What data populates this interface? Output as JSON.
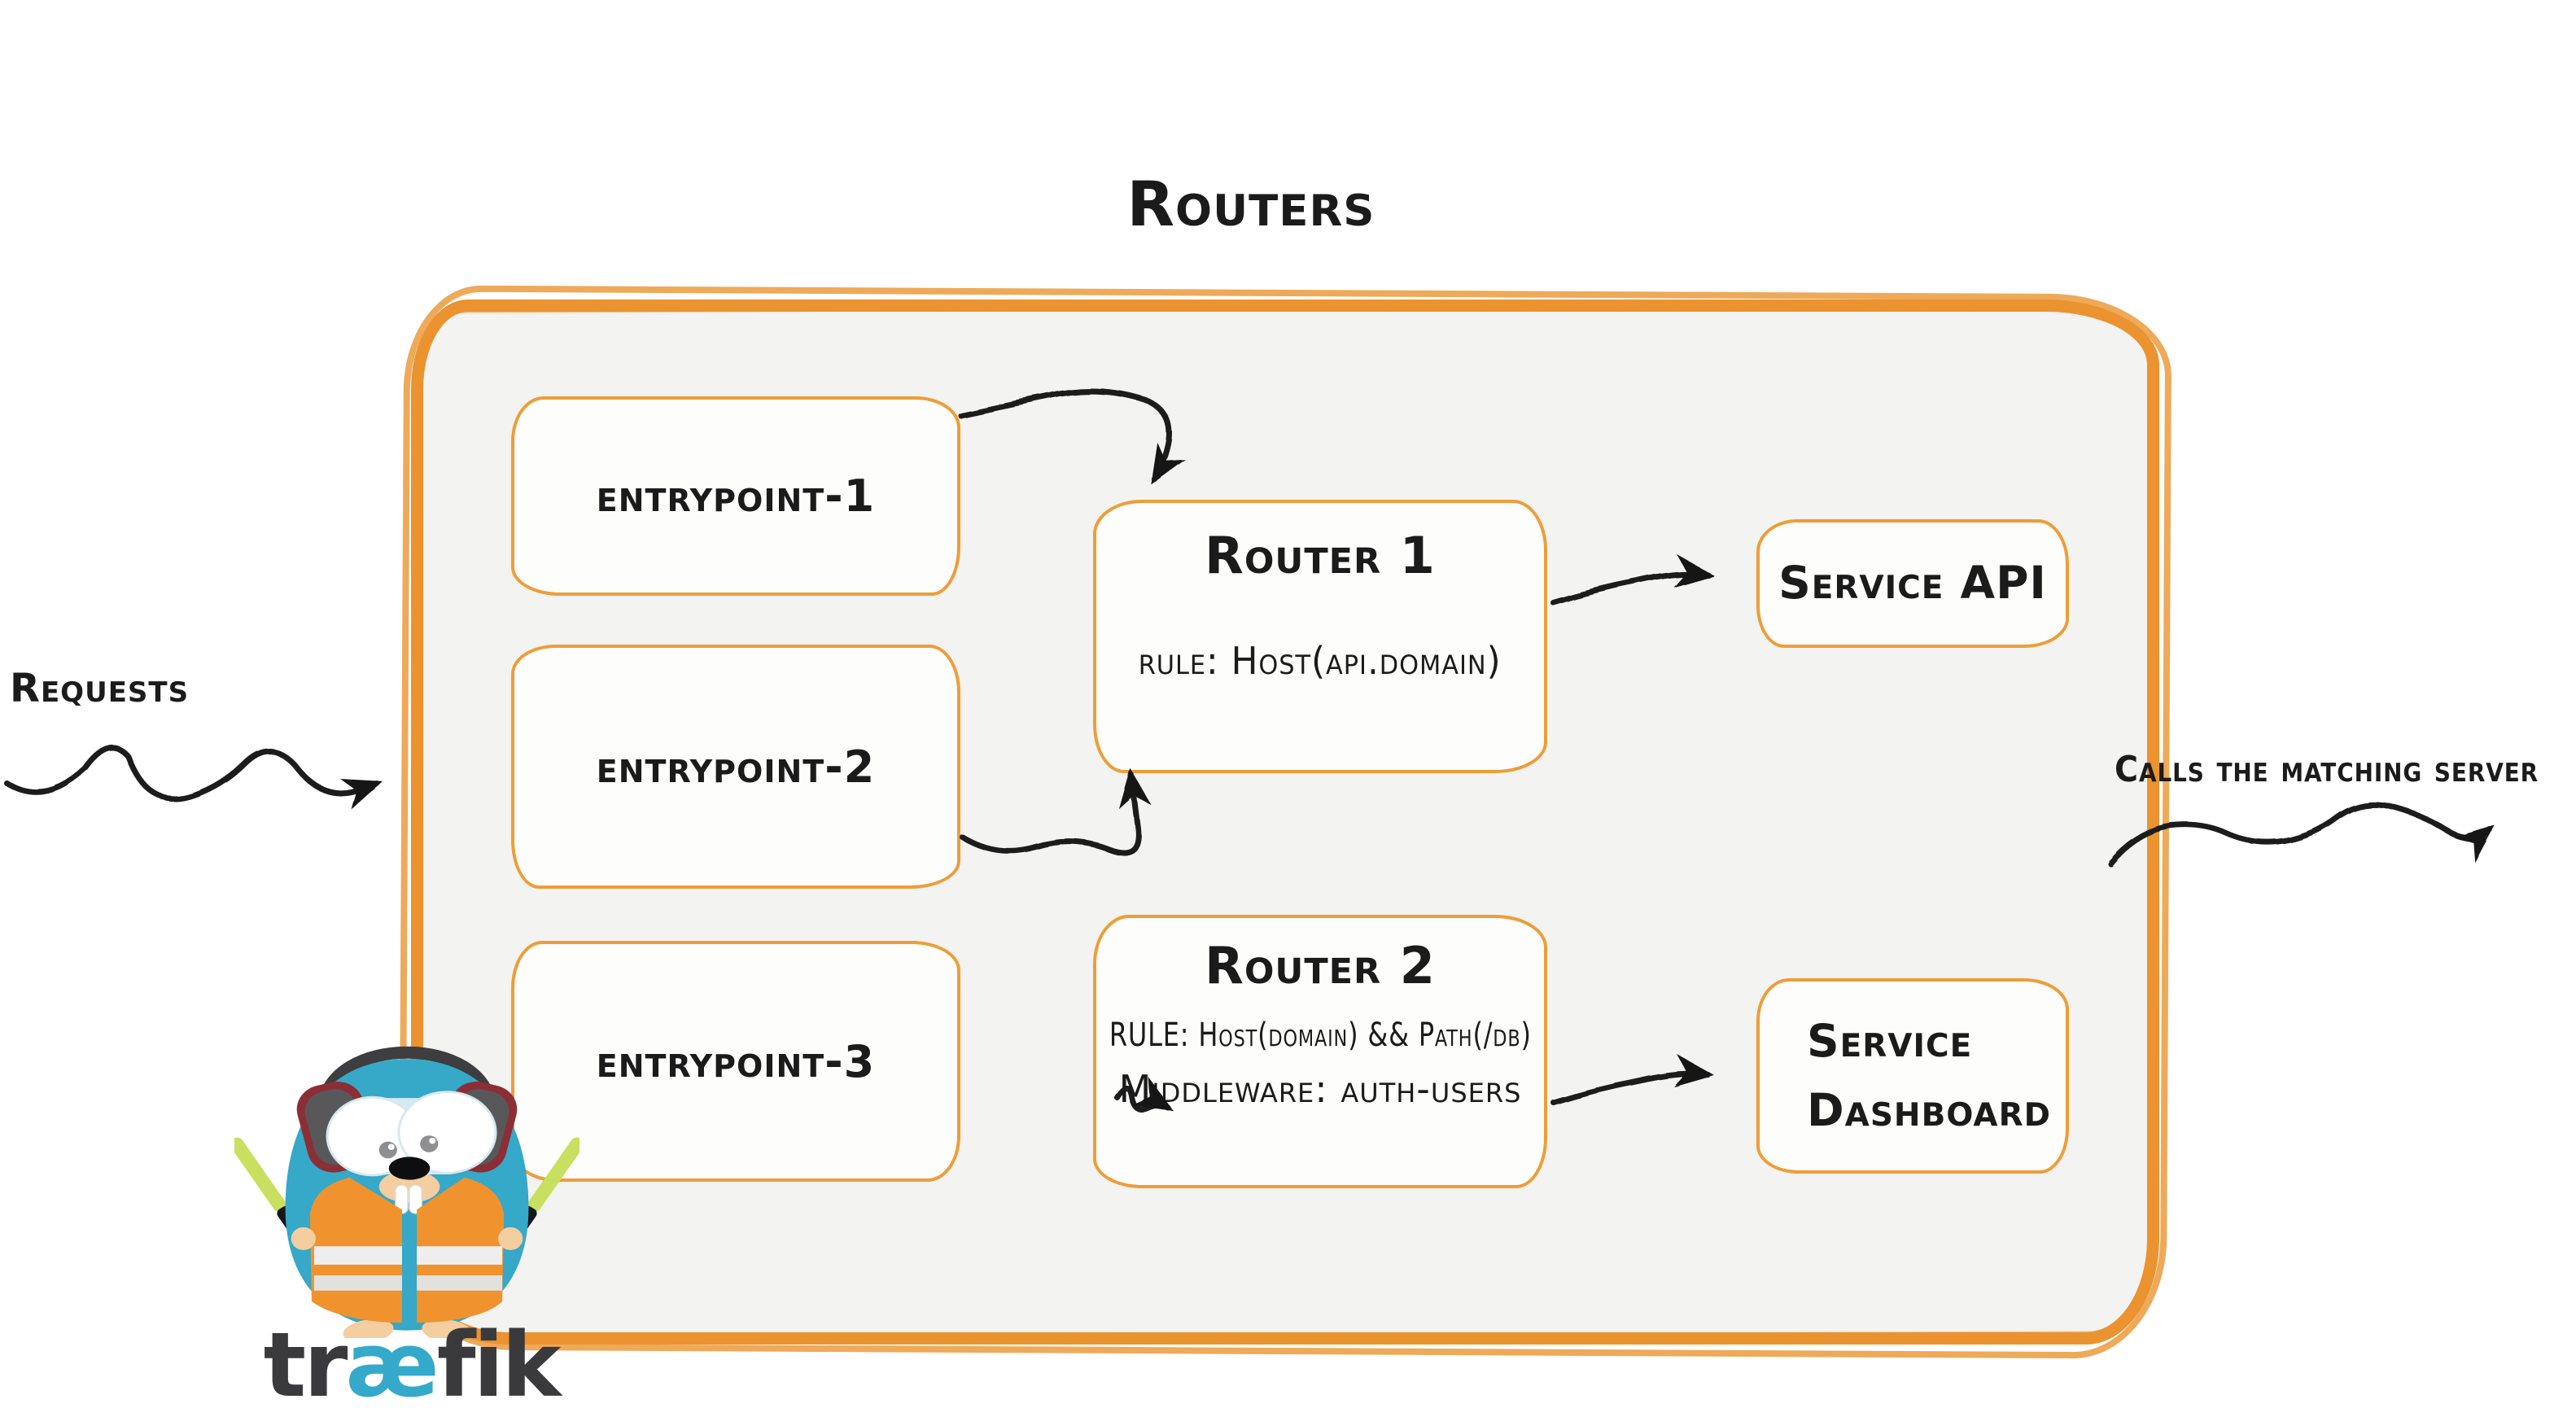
{
  "title": "Routers",
  "labels": {
    "requests": "Requests",
    "calls": "Calls the matching server"
  },
  "entrypoints": [
    {
      "label": "entrypoint-1"
    },
    {
      "label": "entrypoint-2"
    },
    {
      "label": "entrypoint-3"
    }
  ],
  "routers": [
    {
      "title": "Router 1",
      "lines": [
        "rule: Host(api.domain)"
      ]
    },
    {
      "title": "Router 2",
      "lines": [
        "RULE: Host(domain) && Path(/db)",
        "Middleware: auth-users"
      ]
    }
  ],
  "services": [
    {
      "label": "Service API"
    },
    {
      "label": "Service Dashboard"
    }
  ],
  "logo": {
    "part1": "tr",
    "ae": "æ",
    "part2": "fik"
  },
  "icons": {
    "mascot": "traefik-gopher-mascot",
    "arrows": [
      "requests-arrow",
      "entrypoint1-to-router1-arrow",
      "entrypoint2-to-router1-arrow",
      "entrypoint3-to-router2-arrow",
      "router1-to-service-api-arrow",
      "router2-to-service-dashboard-arrow",
      "calls-matching-server-arrow"
    ]
  },
  "colors": {
    "accent-orange": "#EA9330",
    "box-border": "#EE9D38",
    "panel-bg": "#F3F3F1",
    "box-bg": "#FDFDFC",
    "ink": "#1B1B1B",
    "gopher-teal": "#36A8C8",
    "vest-orange": "#F0932E",
    "stripe-light": "#EFEEEC",
    "stripe-gray": "#E2E1DE",
    "headphone-gray": "#58585A",
    "headphone-red": "#8C2E35",
    "skin-tan": "#F4CDA0",
    "stick-green": "#C9DF5F",
    "logo-dark": "#3A3A3C",
    "logo-teal": "#35A9C9"
  }
}
